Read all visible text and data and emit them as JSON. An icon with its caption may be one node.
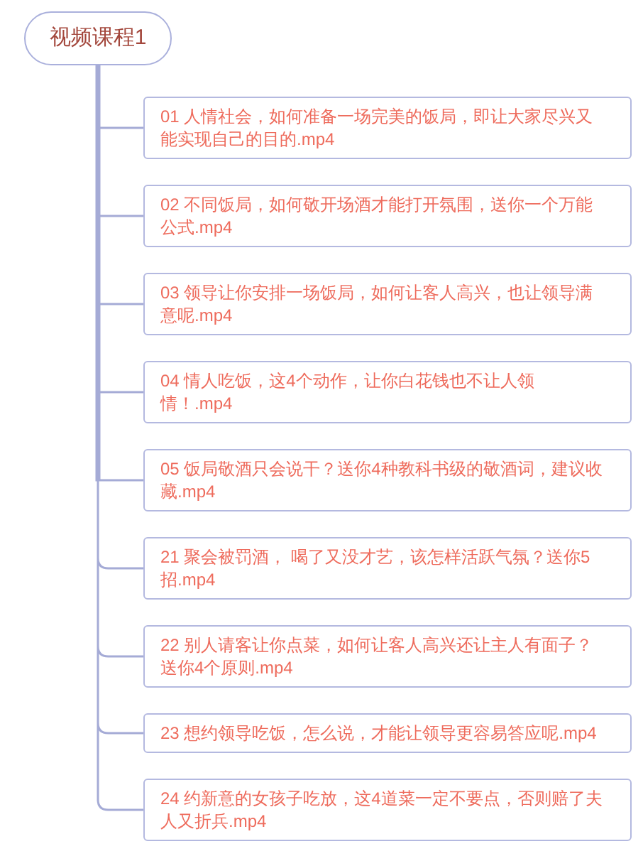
{
  "diagram": {
    "nodes": [
      {
        "text": [
          "视频课程1"
        ]
      },
      {
        "text": [
          "01 人情社会，如何准备一场完美的饭局，即让大家尽兴又能实现自己的目的.mp4"
        ]
      },
      {
        "text": [
          "02 不同饭局，如何敬开场酒才能打开氛围，送你一个万能公式.mp4"
        ]
      },
      {
        "text": [
          "03 领导让你安排一场饭局，如何让客人高兴，也让领导满意呢.mp4"
        ]
      },
      {
        "text": [
          "04 情人吃饭，这4个动作，让你白花钱也不让人领情！.mp4"
        ]
      },
      {
        "text": [
          "05 饭局敬酒只会说干？送你4种教科书级的敬酒词，建议收藏.mp4"
        ]
      },
      {
        "text": [
          "21 聚会被罚酒， 喝了又没才艺，该怎样活跃气氛？送你5招.mp4"
        ]
      },
      {
        "text": [
          "22 别人请客让你点菜，如何让客人高兴还让主人有面子？送你4个原则.mp4"
        ]
      },
      {
        "text": [
          "23 想约领导吃饭，怎么说，才能让领导更容易答应呢.mp4"
        ]
      },
      {
        "text": [
          "24 约新意的女孩子吃放，这4道菜一定不要点，否则赔了夫人又折兵.mp4"
        ]
      }
    ],
    "edges": [
      {
        "from": 0,
        "to": 1,
        "arrow": "none"
      },
      {
        "from": 0,
        "to": 2,
        "arrow": "none"
      },
      {
        "from": 0,
        "to": 3,
        "arrow": "none"
      },
      {
        "from": 0,
        "to": 4,
        "arrow": "none"
      },
      {
        "from": 0,
        "to": 5,
        "arrow": "none"
      },
      {
        "from": 0,
        "to": 6,
        "arrow": "none"
      },
      {
        "from": 0,
        "to": 7,
        "arrow": "none"
      },
      {
        "from": 0,
        "to": 8,
        "arrow": "none"
      },
      {
        "from": 0,
        "to": 9,
        "arrow": "none"
      }
    ]
  }
}
